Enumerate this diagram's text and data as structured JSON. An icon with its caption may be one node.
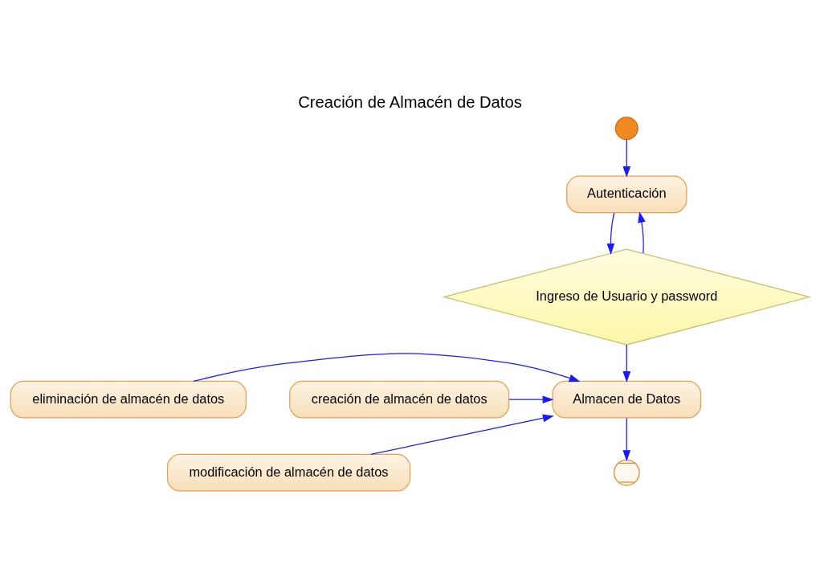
{
  "diagram": {
    "title": "Creación de Almacén de Datos",
    "nodes": [
      {
        "text": [],
        "shape": "circle"
      },
      {
        "text": [
          "Autenticación"
        ]
      },
      {
        "text": [
          "Ingreso de Usuario y password"
        ]
      },
      {
        "text": [
          "creación de almacén de datos"
        ]
      },
      {
        "text": [
          "Almacen de Datos"
        ]
      },
      {
        "text": [
          "eliminación de almacén de datos"
        ]
      },
      {
        "text": [
          "modificación de almacén de datos"
        ]
      },
      {
        "text": [],
        "shape": "circle"
      }
    ],
    "edges": [
      {
        "from": 0,
        "to": 1,
        "arrow": "to"
      },
      {
        "from": 1,
        "to": 2,
        "arrow": "to"
      },
      {
        "from": 2,
        "to": 1,
        "arrow": "to"
      },
      {
        "from": 2,
        "to": 4,
        "arrow": "to"
      },
      {
        "from": 3,
        "to": 4,
        "arrow": "to"
      },
      {
        "from": 5,
        "to": 4,
        "arrow": "to"
      },
      {
        "from": 6,
        "to": 4,
        "arrow": "to"
      },
      {
        "from": 4,
        "to": 7,
        "arrow": "to"
      }
    ]
  }
}
